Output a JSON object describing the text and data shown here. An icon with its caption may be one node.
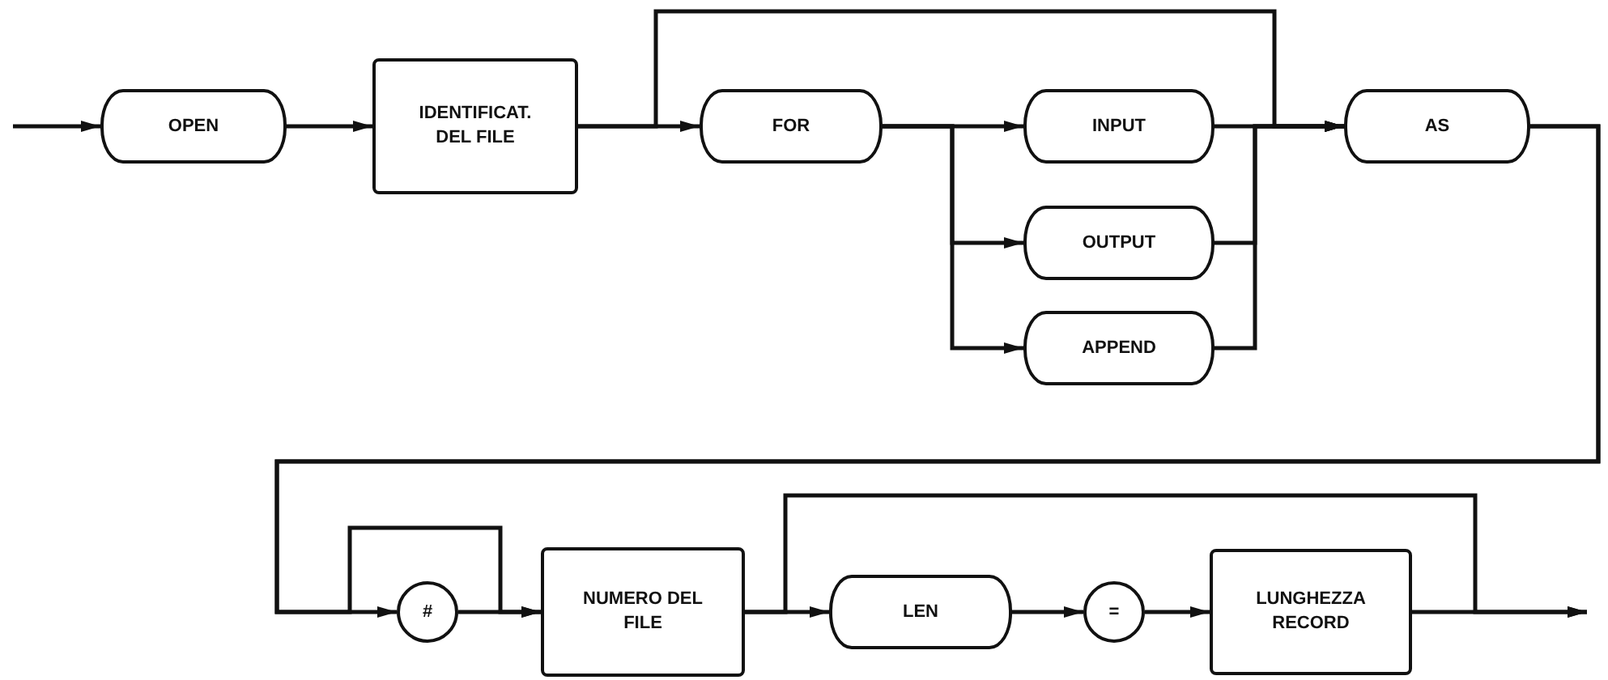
{
  "diagram": {
    "nodes": [
      {
        "text": [
          "OPEN"
        ]
      },
      {
        "text": [
          "IDENTIFICAT. DEL FILE"
        ]
      },
      {
        "text": [
          "FOR"
        ]
      },
      {
        "text": [
          "INPUT"
        ]
      },
      {
        "text": [
          "OUTPUT"
        ]
      },
      {
        "text": [
          "APPEND"
        ]
      },
      {
        "text": [
          "AS"
        ]
      },
      {
        "text": [
          "#"
        ]
      },
      {
        "text": [
          "NUMERO DEL FILE"
        ]
      },
      {
        "text": [
          "LEN"
        ]
      },
      {
        "text": [
          "="
        ]
      },
      {
        "text": [
          "LUNGHEZZA RECORD"
        ]
      }
    ],
    "edges": [
      {
        "from": null,
        "to": 0,
        "arrow": "to"
      },
      {
        "from": 0,
        "to": 1,
        "arrow": "to"
      },
      {
        "from": 1,
        "to": 2,
        "arrow": "to"
      },
      {
        "from": 1,
        "to": 6,
        "arrow": "to"
      },
      {
        "from": 2,
        "to": 3,
        "arrow": "to"
      },
      {
        "from": 2,
        "to": 4,
        "arrow": "to"
      },
      {
        "from": 2,
        "to": 5,
        "arrow": "to"
      },
      {
        "from": 3,
        "to": 6,
        "arrow": "to"
      },
      {
        "from": 4,
        "to": 6,
        "arrow": "to"
      },
      {
        "from": 5,
        "to": 6,
        "arrow": "to"
      },
      {
        "from": 6,
        "to": 7,
        "arrow": "to"
      },
      {
        "from": 6,
        "to": 8,
        "arrow": "to"
      },
      {
        "from": 7,
        "to": 8,
        "arrow": "to"
      },
      {
        "from": 8,
        "to": 9,
        "arrow": "to"
      },
      {
        "from": 8,
        "to": null,
        "arrow": "to"
      },
      {
        "from": 9,
        "to": 10,
        "arrow": "to"
      },
      {
        "from": 10,
        "to": 11,
        "arrow": "to"
      },
      {
        "from": 11,
        "to": null,
        "arrow": "to"
      }
    ]
  }
}
